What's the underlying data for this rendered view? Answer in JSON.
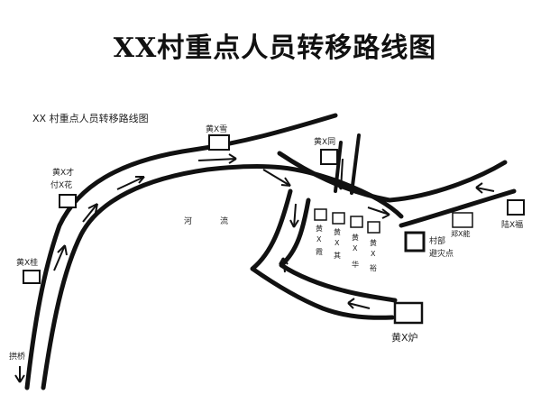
{
  "title": "XX村重点人员转移路线图",
  "map": {
    "caption": "XX 村重点人员转移路线图",
    "river_chars": [
      "河",
      "流"
    ],
    "houses": {
      "huang_xue": "黄X雪",
      "huang_cai": "黄X才",
      "fu_hua": "付X花",
      "huang_gui": "黄X桂",
      "huang_tong": "黄X同",
      "huang_lu": "黄X炉",
      "lu_fu": "陆X福",
      "zheng_neng": "郑X能",
      "huang_xia": [
        "黄",
        "X",
        "霞"
      ],
      "huang_qi": [
        "黄",
        "X",
        "其"
      ],
      "huang_hua": [
        "黄",
        "X",
        "华"
      ],
      "huang_yu": [
        "黄",
        "X",
        "裕"
      ]
    },
    "shelter": [
      "村部",
      "避灾点"
    ],
    "bridge": "拱桥"
  }
}
